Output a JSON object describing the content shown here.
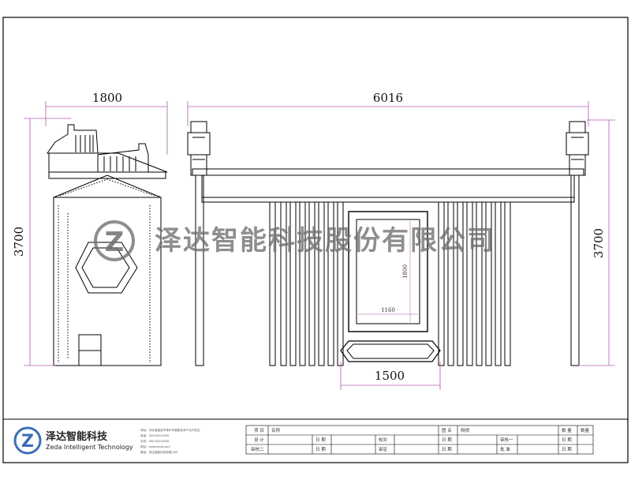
{
  "dimensions": {
    "side_width": "1800",
    "front_width": "6016",
    "left_height": "3700",
    "right_height": "3700",
    "bottom_width": "1500",
    "panel_height": "1800",
    "panel_width": "1160"
  },
  "watermark": {
    "logo_letter": "Z",
    "text": "泽达智能科技股份有限公司"
  },
  "company": {
    "name_cn": "泽达智能科技",
    "name_en": "Zeda Intelligent Technology",
    "info_lines": [
      "地址：河北省保定市涿州市高新技术产业开发区",
      "电话：400-000-0000",
      "手机：400-000-0000",
      "网址：www.zeda.com",
      "微信：泽达智能科技有限公司"
    ]
  },
  "title_block": {
    "row1": {
      "project": "项 目",
      "name": "名称",
      "drawing_name": "图 名",
      "drawing_value": "侧视",
      "qty": "数 量",
      "qty_value": "数量"
    },
    "row2": {
      "design": "设 计",
      "date1": "日 期",
      "check": "校对",
      "date2": "日 期",
      "review1": "审核一",
      "date3": "日 期"
    },
    "row3": {
      "review2": "审核二",
      "date4": "日 期",
      "approve": "审定",
      "date5": "日 期",
      "approve2": "批 准",
      "date6": "日 期"
    }
  },
  "colors": {
    "line": "#000000",
    "dimension": "#b05cb0",
    "watermark": "#6e6e6e"
  }
}
